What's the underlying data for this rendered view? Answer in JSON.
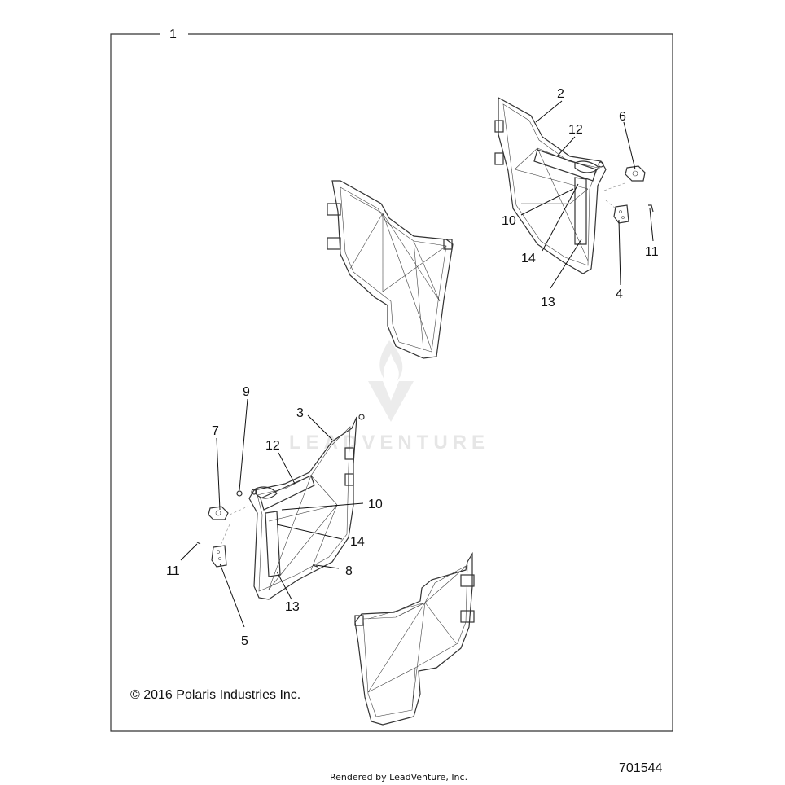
{
  "frame_label": "1",
  "callouts": [
    "2",
    "12",
    "6",
    "10",
    "14",
    "11",
    "4",
    "13",
    "9",
    "3",
    "12",
    "7",
    "10",
    "14",
    "8",
    "11",
    "5",
    "13"
  ],
  "copyright": "© 2016 Polaris Industries Inc.",
  "figure_number": "701544",
  "footer": "Rendered by LeadVenture, Inc.",
  "watermark": "LEADVENTURE"
}
